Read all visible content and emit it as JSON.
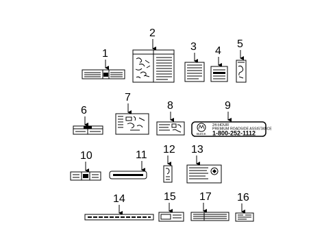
{
  "callouts": [
    {
      "id": 1,
      "text": "1"
    },
    {
      "id": 2,
      "text": "2"
    },
    {
      "id": 3,
      "text": "3"
    },
    {
      "id": 4,
      "text": "4"
    },
    {
      "id": 5,
      "text": "5"
    },
    {
      "id": 6,
      "text": "6"
    },
    {
      "id": 7,
      "text": "7"
    },
    {
      "id": 8,
      "text": "8"
    },
    {
      "id": 9,
      "text": "9"
    },
    {
      "id": 10,
      "text": "10"
    },
    {
      "id": 11,
      "text": "11"
    },
    {
      "id": 12,
      "text": "12"
    },
    {
      "id": 13,
      "text": "13"
    },
    {
      "id": 14,
      "text": "14"
    },
    {
      "id": 15,
      "text": "15"
    },
    {
      "id": 16,
      "text": "16"
    },
    {
      "id": 17,
      "text": "17"
    }
  ],
  "label9": {
    "line1": "24-HOUR",
    "line2": "PREMIUM ROADSIDE ASSISTANCE",
    "phone": "1-800-252-1112",
    "brand": "BUICK"
  },
  "icons": {
    "arrow": "down-arrow-icon",
    "emblem": "buick-emblem-icon"
  }
}
